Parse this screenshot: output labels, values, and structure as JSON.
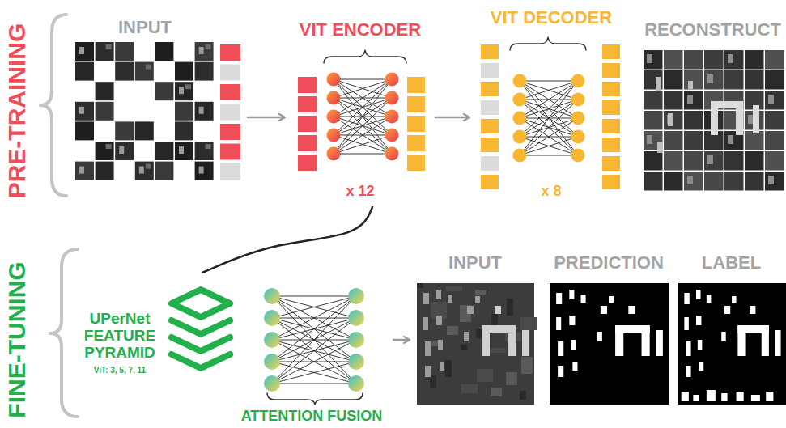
{
  "diagram": {
    "nodes": [
      {
        "text": [
          "INPUT"
        ]
      },
      {
        "text": [
          "VIT ENCODER",
          "x 12"
        ]
      },
      {
        "text": [
          "VIT DECODER",
          "x 8"
        ]
      },
      {
        "text": [
          "RECONSTRUCT"
        ]
      },
      {
        "text": [
          "UPerNet FEATURE PYRAMID",
          "ViT: 3, 5, 7, 11"
        ]
      },
      {
        "text": [
          "ATTENTION FUSION"
        ]
      },
      {
        "text": [
          "INPUT"
        ]
      },
      {
        "text": [
          "PREDICTION"
        ]
      },
      {
        "text": [
          "LABEL"
        ]
      }
    ],
    "edges": [
      {
        "from": 0,
        "to": 1,
        "arrow": "to"
      },
      {
        "from": 1,
        "to": 2,
        "arrow": "to"
      },
      {
        "from": 1,
        "to": 4,
        "arrow": "none"
      },
      {
        "from": 5,
        "to": 6,
        "arrow": "to"
      }
    ],
    "labels": [
      "PRE-TRAINING",
      "FINE-TUNING"
    ]
  }
}
